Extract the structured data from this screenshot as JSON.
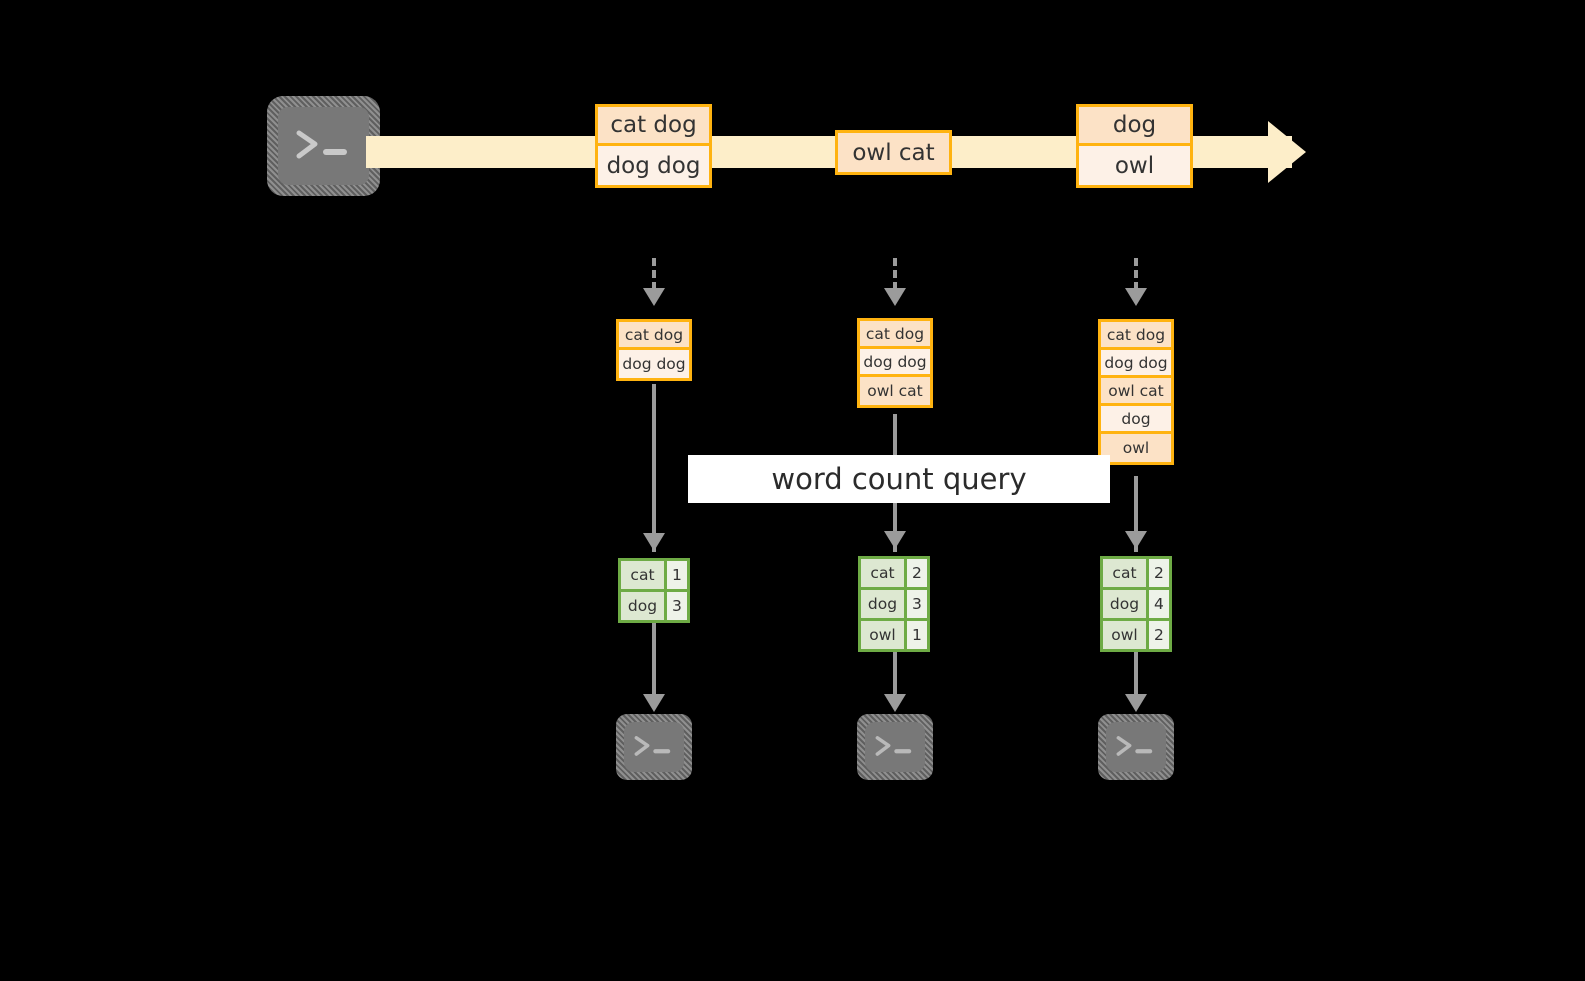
{
  "diagram": {
    "title_label": "word count query",
    "colors": {
      "background": "#000000",
      "stream_fill": "#fdeec9",
      "record_border": "#ffb310",
      "record_fill_a": "#fce2c6",
      "record_fill_b": "#fdf1e7",
      "result_border": "#6eab45",
      "result_word_fill": "#dde8d1",
      "result_count_fill": "#eef3e9",
      "connector": "#9b9b9b",
      "terminal_body": "#7a7a7a",
      "label_background": "#ffffff"
    },
    "source_terminal": {
      "icon": "terminal-prompt-icon"
    },
    "stream": {
      "icon": "stream-arrow-icon",
      "events": [
        {
          "rows": [
            "cat dog",
            "dog dog"
          ]
        },
        {
          "rows": [
            "owl cat"
          ]
        },
        {
          "rows": [
            "dog",
            "owl"
          ]
        }
      ]
    },
    "snapshots": [
      {
        "id": "snapshot-1",
        "input_icon": "dashed-arrow-down-icon",
        "table_rows": [
          "cat dog",
          "dog dog"
        ],
        "flow_icon": "arrow-down-icon",
        "result_headerless": true,
        "results": [
          {
            "word": "cat",
            "count": "1"
          },
          {
            "word": "dog",
            "count": "3"
          }
        ],
        "sink_icon": "terminal-prompt-icon"
      },
      {
        "id": "snapshot-2",
        "input_icon": "dashed-arrow-down-icon",
        "table_rows": [
          "cat dog",
          "dog dog",
          "owl cat"
        ],
        "flow_icon": "arrow-down-icon",
        "result_headerless": true,
        "results": [
          {
            "word": "cat",
            "count": "2"
          },
          {
            "word": "dog",
            "count": "3"
          },
          {
            "word": "owl",
            "count": "1"
          }
        ],
        "sink_icon": "terminal-prompt-icon"
      },
      {
        "id": "snapshot-3",
        "input_icon": "dashed-arrow-down-icon",
        "table_rows": [
          "cat dog",
          "dog dog",
          "owl cat",
          "dog",
          "owl"
        ],
        "flow_icon": "arrow-down-icon",
        "result_headerless": true,
        "results": [
          {
            "word": "cat",
            "count": "2"
          },
          {
            "word": "dog",
            "count": "4"
          },
          {
            "word": "owl",
            "count": "2"
          }
        ],
        "sink_icon": "terminal-prompt-icon"
      }
    ]
  }
}
